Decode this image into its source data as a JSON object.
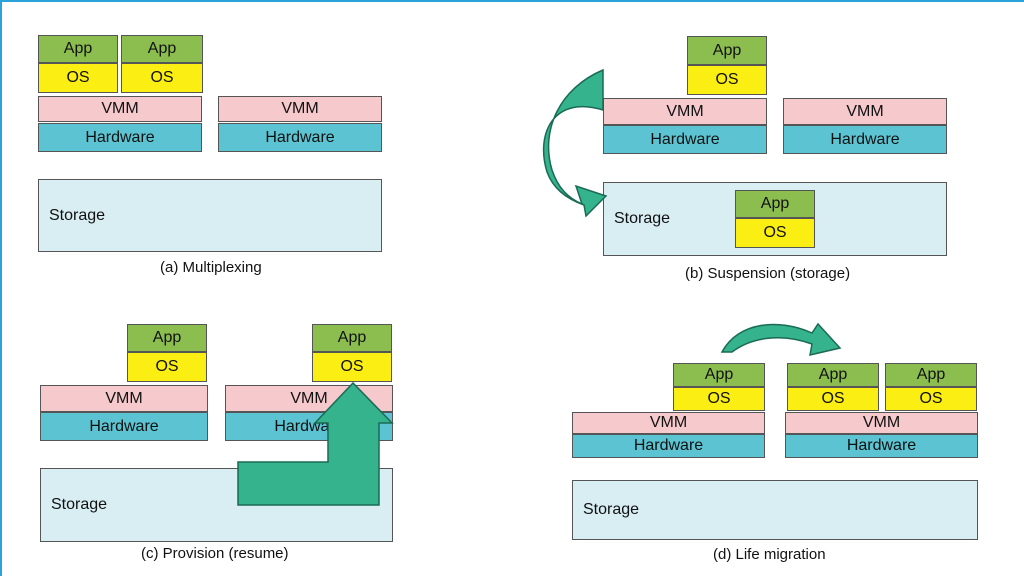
{
  "labels": {
    "app": "App",
    "os": "OS",
    "vmm": "VMM",
    "hardware": "Hardware",
    "storage": "Storage"
  },
  "captions": {
    "a": "(a) Multiplexing",
    "b": "(b) Suspension (storage)",
    "c": "(c) Provision (resume)",
    "d": "(d) Life migration"
  },
  "colors": {
    "app": "#8cbd4f",
    "os": "#fbee12",
    "vmm": "#f6c9cd",
    "hardware": "#5bc3d1",
    "storage": "#d8eef3",
    "arrow": "#35b38c",
    "frame": "#2aa4d8"
  }
}
